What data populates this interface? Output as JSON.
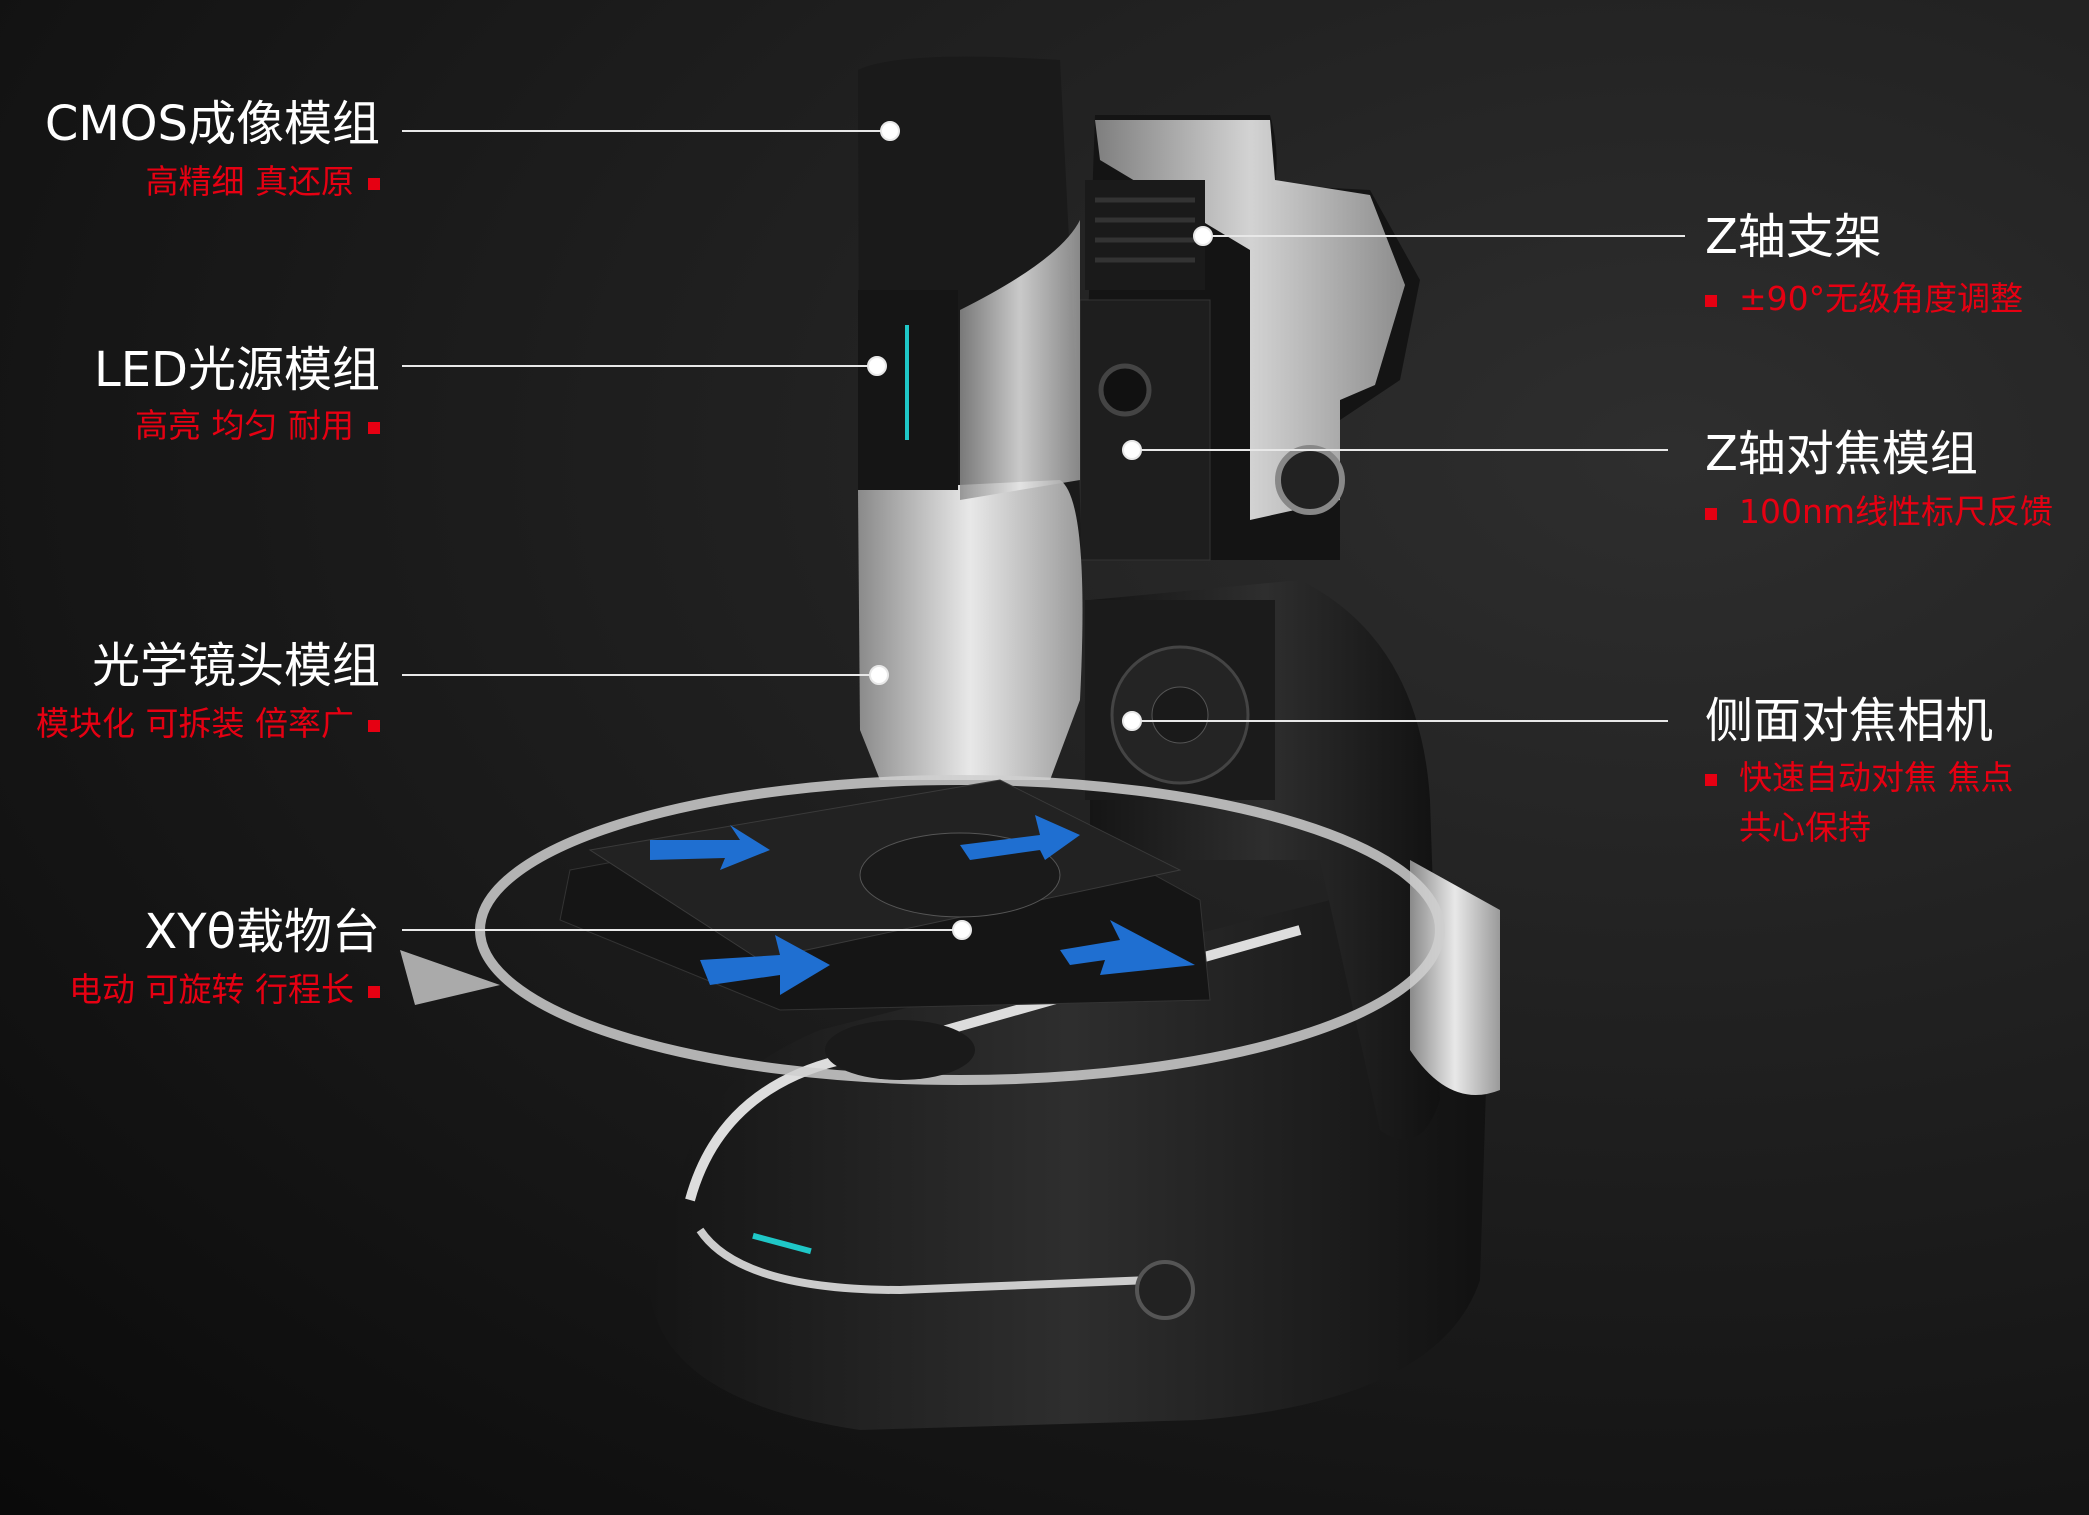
{
  "left_labels": [
    {
      "title": "CMOS成像模组",
      "subtitle": "高精细 真还原"
    },
    {
      "title": "LED光源模组",
      "subtitle": "高亮 均匀 耐用"
    },
    {
      "title": "光学镜头模组",
      "subtitle": "模块化 可拆装 倍率广"
    },
    {
      "title": "XYθ载物台",
      "subtitle": "电动 可旋转 行程长"
    }
  ],
  "right_labels": [
    {
      "title": "Z轴支架",
      "subtitle": "±90°无级角度调整"
    },
    {
      "title": "Z轴对焦模组",
      "subtitle": "100nm线性标尺反馈"
    },
    {
      "title": "侧面对焦相机",
      "subtitle": "快速自动对焦 焦点",
      "subtitle2": "共心保持"
    }
  ],
  "colors": {
    "accent": "#e60012",
    "title": "#ffffff",
    "arrows": "#1f6fd1",
    "led": "#1fc7c7"
  }
}
